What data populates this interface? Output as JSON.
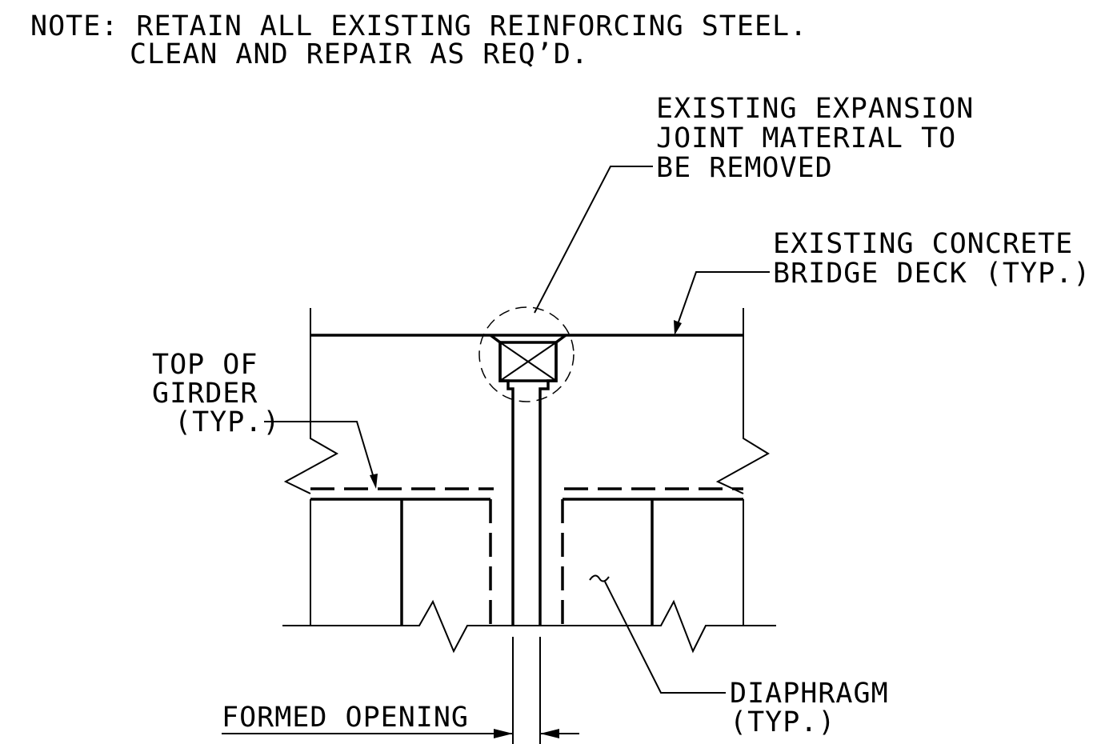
{
  "note": {
    "line1": "NOTE: RETAIN ALL EXISTING REINFORCING STEEL.",
    "line2": "CLEAN AND REPAIR AS REQ’D."
  },
  "callouts": {
    "expansion_joint": {
      "line1": "EXISTING EXPANSION",
      "line2": "JOINT MATERIAL TO",
      "line3": "BE REMOVED"
    },
    "bridge_deck": {
      "line1": "EXISTING CONCRETE",
      "line2": "BRIDGE DECK (TYP.)"
    },
    "top_of_girder": {
      "line1": "TOP OF",
      "line2": "GIRDER",
      "line3": "(TYP.)"
    },
    "diaphragm": {
      "line1": "DIAPHRAGM",
      "line2": "(TYP.)"
    },
    "formed_opening": {
      "label": "FORMED OPENING"
    }
  },
  "colors": {
    "ink": "#000000",
    "background": "#ffffff"
  }
}
